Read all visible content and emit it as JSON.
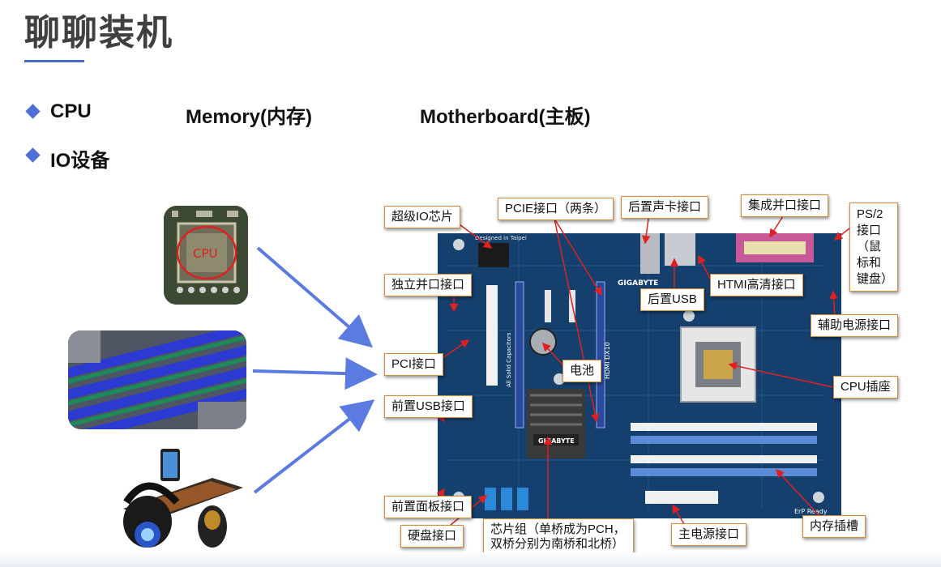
{
  "title": "聊聊装机",
  "bullets": [
    {
      "items": [
        "CPU",
        "Memory(内存)",
        "Motherboard(主板)"
      ]
    },
    {
      "items": [
        "IO设备"
      ]
    }
  ],
  "photos": {
    "cpu_label": "CPU"
  },
  "board": {
    "brand": "GIGABYTE",
    "chip_label": "GIGABYTE",
    "model": "HDMI DX10",
    "designed": "Designed in Taipei",
    "bottom_text": "ErP Ready",
    "capacitors": "All Solid Capacitors"
  },
  "callouts": {
    "super_io": "超级IO芯片",
    "pcie": "PCIE接口（两条）",
    "rear_audio": "后置声卡接口",
    "parallel_integrated": "集成并口接口",
    "ps2": "PS/2接口（鼠标和键盘）",
    "parallel_standalone": "独立并口接口",
    "rear_usb": "后置USB",
    "hdmi": "HTMI高清接口",
    "aux_power": "辅助电源接口",
    "pci": "PCI接口",
    "battery": "电池",
    "cpu_socket": "CPU插座",
    "front_usb": "前置USB接口",
    "front_panel": "前置面板接口",
    "disk": "硬盘接口",
    "chipset": "芯片组（单桥成为PCH，双桥分别为南桥和北桥）",
    "main_power": "主电源接口",
    "memory_slot": "内存插槽"
  },
  "colors": {
    "accent": "#4f6fd6",
    "arrow": "#5b7be0",
    "leader": "#e02020",
    "board": "#15406e",
    "callout_border": "#d8893a"
  }
}
